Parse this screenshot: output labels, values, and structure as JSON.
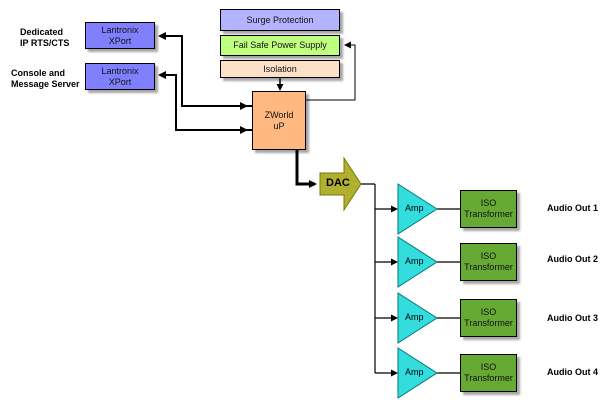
{
  "labels": {
    "dedicated": "Dedicated\nIP RTS/CTS",
    "console": "Console and\nMessage Server"
  },
  "xport_boxes": [
    {
      "text": "Lantronix\nXPort"
    },
    {
      "text": "Lantronix\nXPort"
    }
  ],
  "power": {
    "surge": "Surge Protection",
    "failsafe": "Fail Safe Power Supply",
    "isolation": "Isolation"
  },
  "cpu": "ZWorld\nuP",
  "dac": "DAC",
  "channels": [
    {
      "amp": "Amp",
      "transformer": "ISO\nTransformer",
      "output": "Audio Out 1"
    },
    {
      "amp": "Amp",
      "transformer": "ISO\nTransformer",
      "output": "Audio Out 2"
    },
    {
      "amp": "Amp",
      "transformer": "ISO\nTransformer",
      "output": "Audio Out 3"
    },
    {
      "amp": "Amp",
      "transformer": "ISO\nTransformer",
      "output": "Audio Out 4"
    }
  ],
  "colors": {
    "xport": "#8080ff",
    "surge": "#b3b3ff",
    "failsafe": "#bfff80",
    "isolation": "#fde0c8",
    "cpu": "#ffb980",
    "dac": "#b0b030",
    "amp": "#33dddd",
    "transformer": "#66aa33"
  }
}
